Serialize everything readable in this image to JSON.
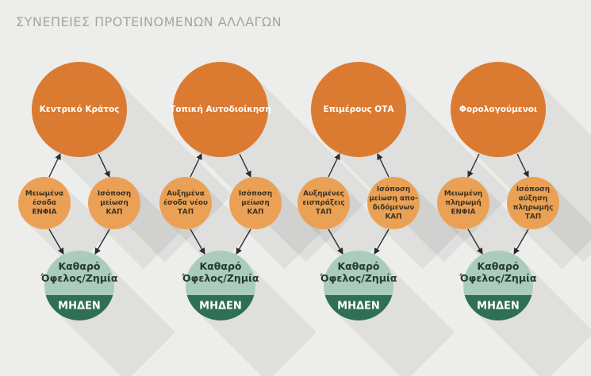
{
  "title": "ΣΥΝΕΠΕΙΕΣ ΠΡΟΤΕΙΝΟΜΕΝΩΝ ΑΛΛΑΓΩΝ",
  "colors": {
    "background": "#ededeb",
    "title": "#a7a4a0",
    "big_circle": "#db7a31",
    "mid_circle": "#eba155",
    "result_top": "#a9ccbc",
    "result_bottom": "#2f6f54",
    "arrow": "#2b2b2b"
  },
  "groups": [
    {
      "entity": "Κεντρικό Κράτος",
      "left_effect": [
        "Μειωμένα",
        "έσοδα",
        "ΕΝΦΙΑ"
      ],
      "right_effect": [
        "Ισόποση",
        "μείωση",
        "ΚΑΠ"
      ],
      "left_arrow_up": true,
      "right_arrow_up": false,
      "result_label": [
        "Καθαρό",
        "Όφελος/Ζημία"
      ],
      "result_value": "ΜΗΔΕΝ"
    },
    {
      "entity": "Τοπική Αυτοδιοίκηση",
      "left_effect": [
        "Αυξημένα",
        "έσοδα νέου",
        "ΤΑΠ"
      ],
      "right_effect": [
        "Ισόποση",
        "μείωση",
        "ΚΑΠ"
      ],
      "left_arrow_up": true,
      "right_arrow_up": false,
      "result_label": [
        "Καθαρό",
        "Όφελος/Ζημία"
      ],
      "result_value": "ΜΗΔΕΝ"
    },
    {
      "entity": "Επιμέρους ΟΤΑ",
      "left_effect": [
        "Αυξημένες",
        "εισπράξεις",
        "ΤΑΠ"
      ],
      "right_effect": [
        "Ισόποση",
        "μείωση απο-",
        "διδόμενων",
        "ΚΑΠ"
      ],
      "left_arrow_up": true,
      "right_arrow_up": true,
      "result_label": [
        "Καθαρό",
        "Όφελος/Ζημία"
      ],
      "result_value": "ΜΗΔΕΝ"
    },
    {
      "entity": "Φορολογούμενοι",
      "left_effect": [
        "Μειωμένη",
        "πληρωμή",
        "ΕΝΦΙΑ"
      ],
      "right_effect": [
        "Ισόποση",
        "αύξηση",
        "πληρωμής",
        "ΤΑΠ"
      ],
      "left_arrow_up": false,
      "right_arrow_up": false,
      "result_label": [
        "Καθαρό",
        "Όφελος/Ζημία"
      ],
      "result_value": "ΜΗΔΕΝ"
    }
  ]
}
